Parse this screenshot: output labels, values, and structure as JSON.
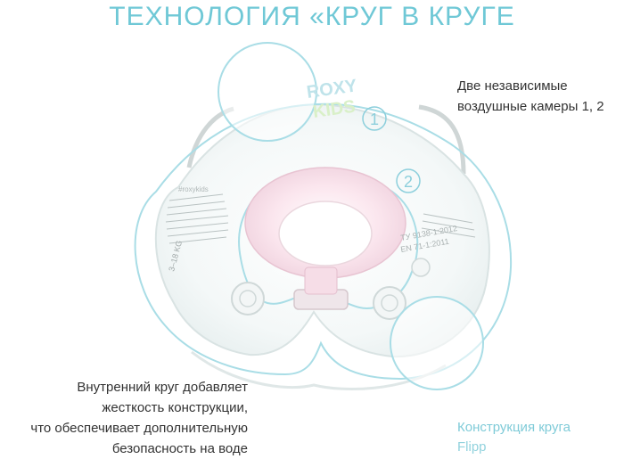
{
  "title": "ТЕХНОЛОГИЯ «КРУГ В КРУГЕ",
  "caption_right": {
    "line1": "Две независимые",
    "line2": "воздушные камеры 1, 2"
  },
  "caption_left": {
    "line1": "Внутренний круг добавляет",
    "line2": "жесткость конструкции,",
    "line3": "что обеспечивает дополнительную",
    "line4": "безопасность на воде"
  },
  "caption_bottom": {
    "line1": "Конструкция круга",
    "line2": "Flipp"
  },
  "markers": {
    "one": "1",
    "two": "2"
  },
  "product_print": {
    "brand_top": "ROXY",
    "brand_bottom": "KIDS",
    "handle": "#roxykids",
    "weight": "3–18 KG",
    "standard": "ТУ 9138-1:2012",
    "standard2": "EN 71-1:2011"
  },
  "colors": {
    "accent": "#6fc8d6",
    "text": "#333333",
    "ring_outline": "#a9dde6",
    "pink": "#f3c9da"
  }
}
